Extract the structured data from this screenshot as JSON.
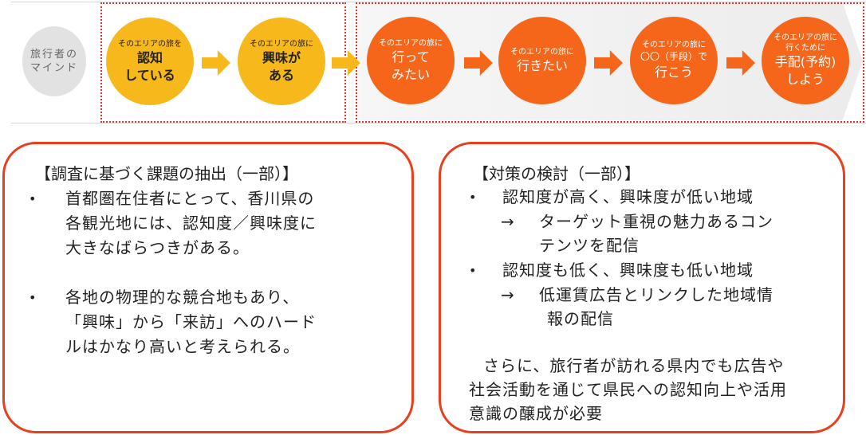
{
  "top_band": {
    "mind_label_line1": "旅行者の",
    "mind_label_line2": "マインド",
    "stages": [
      {
        "small": "そのエリアの旅を",
        "big1": "認知",
        "big2": "している"
      },
      {
        "small": "そのエリアの旅に",
        "big1": "興味が",
        "big2": "ある"
      },
      {
        "small": "そのエリアの旅に",
        "big1": "行って",
        "big2": "みたい"
      },
      {
        "small": "そのエリアの旅に",
        "big1": "行きたい",
        "big2": ""
      },
      {
        "small": "そのエリアの旅に",
        "small2": "〇〇（手段）で",
        "big1": "行こう",
        "big2": ""
      },
      {
        "small": "そのエリアの旅に",
        "small2": "行くために",
        "big1": "手配(予約)",
        "big2": "しよう"
      }
    ]
  },
  "issues_panel": {
    "title": "【調査に基づく課題の抽出（一部）】",
    "bullet": "•",
    "items": [
      [
        "首都圏在住者にとって、香川県の",
        "各観光地には、認知度／興味度に",
        "大きなばらつきがある。"
      ],
      [
        "各地の物理的な競合地もあり、",
        "「興味」から「来訪」へのハード",
        "ルはかなり高いと考えられる。"
      ]
    ]
  },
  "measures_panel": {
    "title": "【対策の検討（一部）】",
    "bullet": "•",
    "arrow": "→",
    "items": [
      {
        "head": "認知度が高く、興味度が低い地域",
        "sub1": "ターゲット重視の魅力あるコン",
        "sub2": "テンツを配信"
      },
      {
        "head": "認知度も低く、興味度も低い地域",
        "sub1": "低運賃広告とリンクした地域情",
        "sub2": "報の配信"
      }
    ],
    "note": [
      "さらに、旅行者が訪れる県内でも広告や",
      "社会活動を通じて県民への認知向上や活用",
      "意識の醸成が必要"
    ]
  }
}
